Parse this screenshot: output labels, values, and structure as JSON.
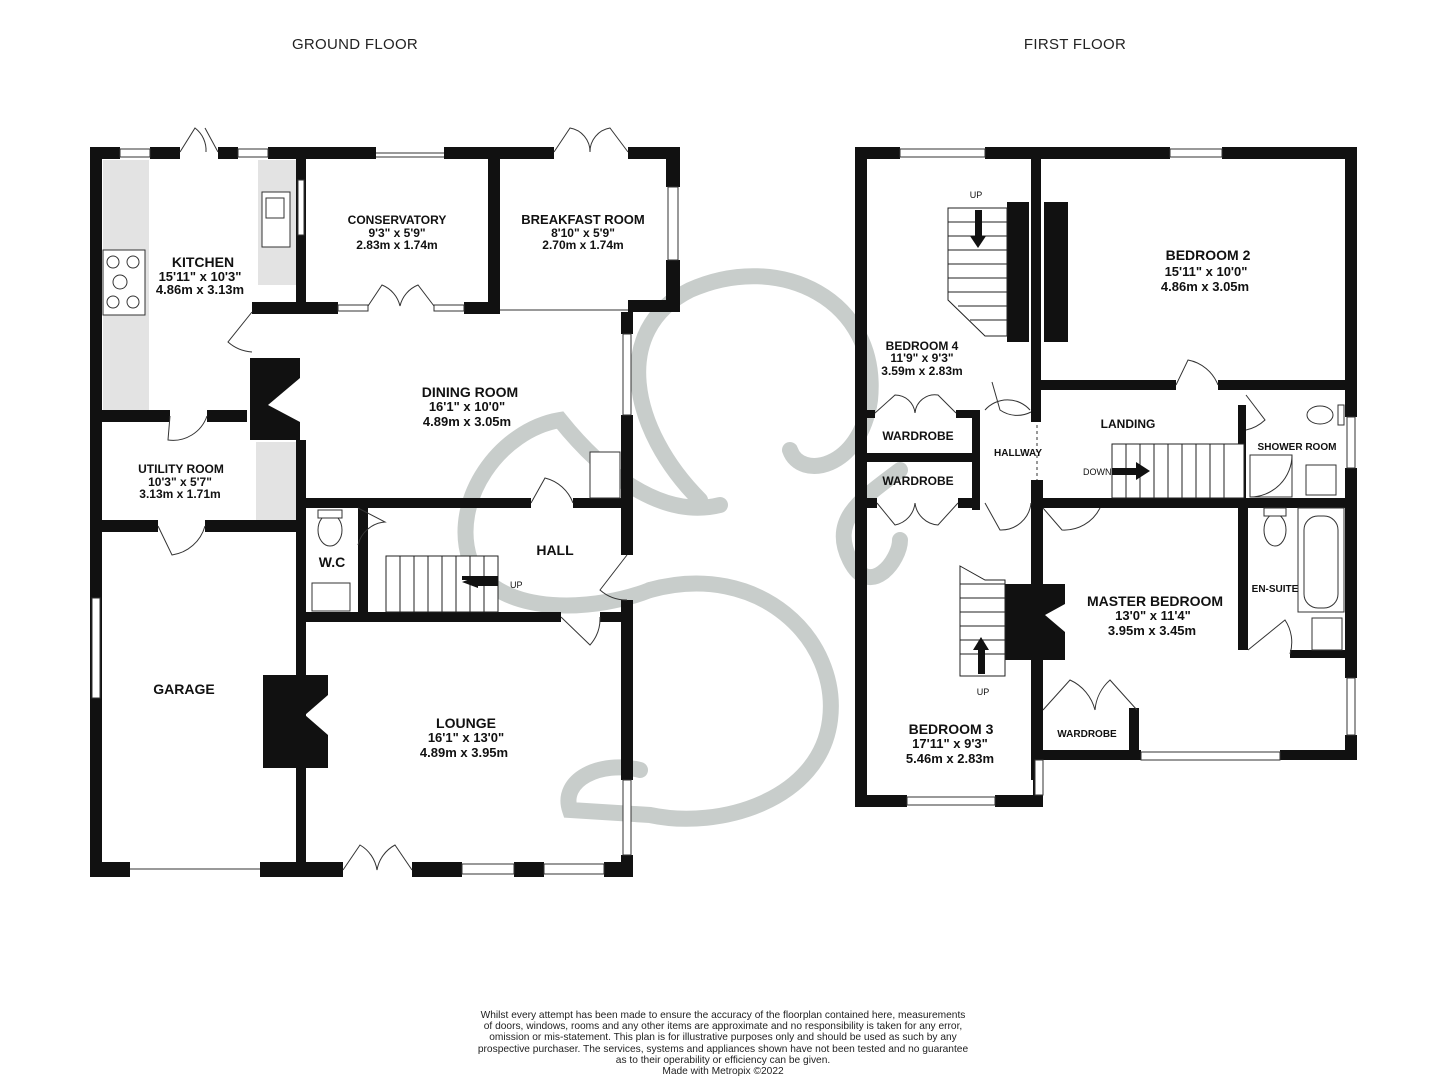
{
  "floors": {
    "ground": {
      "title": "GROUND FLOOR",
      "rooms": {
        "kitchen": {
          "name": "KITCHEN",
          "imperial": "15'11\"  x 10'3\"",
          "metric": "4.86m  x 3.13m"
        },
        "conservatory": {
          "name": "CONSERVATORY",
          "imperial": "9'3\"  x 5'9\"",
          "metric": "2.83m  x 1.74m"
        },
        "breakfast": {
          "name": "BREAKFAST ROOM",
          "imperial": "8'10\"  x 5'9\"",
          "metric": "2.70m  x 1.74m"
        },
        "dining": {
          "name": "DINING ROOM",
          "imperial": "16'1\"  x 10'0\"",
          "metric": "4.89m  x 3.05m"
        },
        "utility": {
          "name": "UTILITY ROOM",
          "imperial": "10'3\"  x 5'7\"",
          "metric": "3.13m  x 1.71m"
        },
        "wc": {
          "name": "W.C"
        },
        "hall": {
          "name": "HALL"
        },
        "garage": {
          "name": "GARAGE"
        },
        "lounge": {
          "name": "LOUNGE",
          "imperial": "16'1\"  x 13'0\"",
          "metric": "4.89m  x 3.95m"
        }
      },
      "stairs_label": "UP"
    },
    "first": {
      "title": "FIRST FLOOR",
      "rooms": {
        "bedroom2": {
          "name": "BEDROOM 2",
          "imperial": "15'11\"  x 10'0\"",
          "metric": "4.86m  x 3.05m"
        },
        "bedroom4": {
          "name": "BEDROOM 4",
          "imperial": "11'9\"  x 9'3\"",
          "metric": "3.59m  x 2.83m"
        },
        "wardrobe_a": {
          "name": "WARDROBE"
        },
        "wardrobe_b": {
          "name": "WARDROBE"
        },
        "hallway": {
          "name": "HALLWAY"
        },
        "landing": {
          "name": "LANDING"
        },
        "shower": {
          "name": "SHOWER ROOM"
        },
        "ensuite": {
          "name": "EN-SUITE"
        },
        "master": {
          "name": "MASTER BEDROOM",
          "imperial": "13'0\"  x 11'4\"",
          "metric": "3.95m  x 3.45m"
        },
        "wardrobe_c": {
          "name": "WARDROBE"
        },
        "bedroom3": {
          "name": "BEDROOM 3",
          "imperial": "17'11\"  x 9'3\"",
          "metric": "5.46m  x 2.83m"
        }
      },
      "stairs_up_label": "UP",
      "stairs_up_label2": "UP",
      "stairs_down_label": "DOWN"
    }
  },
  "watermark": {
    "color": "#c8cdcb"
  },
  "disclaimer": {
    "lines": [
      "Whilst every attempt has been made to ensure the accuracy of the floorplan contained here, measurements",
      "of doors, windows, rooms and any other items are approximate and no responsibility is taken for any error,",
      "omission or mis-statement. This plan is for illustrative purposes only and should be used as such by any",
      "prospective purchaser. The services, systems and appliances shown have not been tested and no guarantee",
      "as to their operability or efficiency can be given.",
      "Made with Metropix ©2022"
    ]
  }
}
